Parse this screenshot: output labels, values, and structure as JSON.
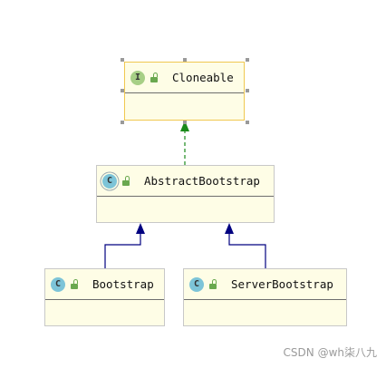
{
  "classes": {
    "cloneable": {
      "name": "Cloneable",
      "kind_glyph": "I",
      "kind": "interface",
      "visibility_icon": "public-lock-icon"
    },
    "abstract_bootstrap": {
      "name": "AbstractBootstrap",
      "kind_glyph": "C",
      "kind": "abstract-class",
      "visibility_icon": "public-lock-icon"
    },
    "bootstrap": {
      "name": "Bootstrap",
      "kind_glyph": "C",
      "kind": "class",
      "visibility_icon": "public-lock-icon"
    },
    "server_bootstrap": {
      "name": "ServerBootstrap",
      "kind_glyph": "C",
      "kind": "class",
      "visibility_icon": "public-lock-icon"
    }
  },
  "relations": [
    {
      "from": "AbstractBootstrap",
      "to": "Cloneable",
      "type": "implements",
      "color": "#1a8a1a"
    },
    {
      "from": "Bootstrap",
      "to": "AbstractBootstrap",
      "type": "extends",
      "color": "#000080"
    },
    {
      "from": "ServerBootstrap",
      "to": "AbstractBootstrap",
      "type": "extends",
      "color": "#000080"
    }
  ],
  "colors": {
    "box_fill": "#fefde6",
    "selected_border": "#f0c850",
    "interface_badge": "#a7cf86",
    "class_badge": "#7dc4d8"
  },
  "watermark": "CSDN @wh柒八九"
}
